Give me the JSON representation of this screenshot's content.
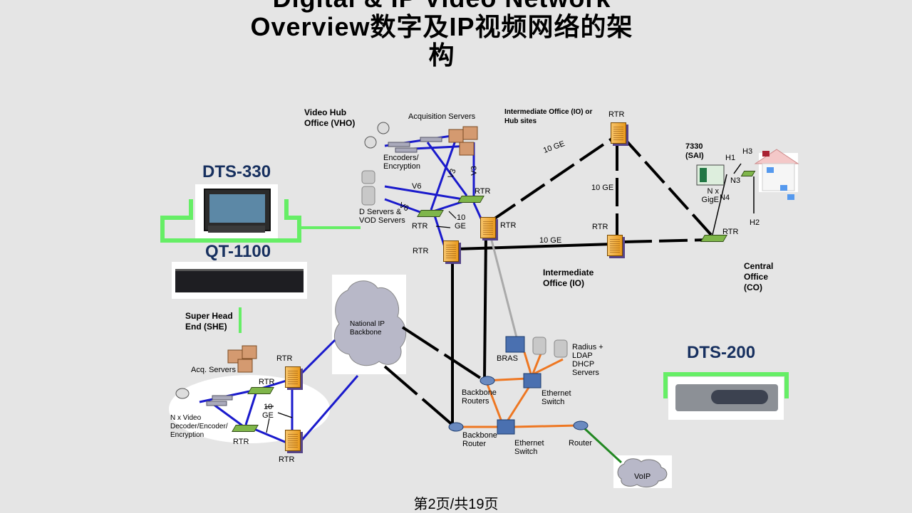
{
  "title": {
    "line1": "Digital & IP Video Network",
    "line2": "Overview数字及IP视频网络的架",
    "line3": "构"
  },
  "products": {
    "dts330": "DTS-330",
    "qt1100": "QT-1100",
    "dts200": "DTS-200"
  },
  "vho": {
    "title": "Video Hub Office (VHO)",
    "acq_servers": "Acquisition Servers",
    "encoders": "Encoders/ Encryption",
    "d_servers": "D Servers & VOD Servers",
    "v6a": "V6",
    "v6b": "V6",
    "v3a": "V3",
    "v3b": "V3",
    "rtr1": "RTR",
    "rtr2": "RTR",
    "rtr3": "RTR",
    "rtr4": "RTR",
    "ge_num": "10",
    "ge_unit": "GE"
  },
  "io": {
    "hub_title": "Intermediate Office (IO) or Hub sites",
    "io_label": "Intermediate Office (IO)",
    "rtr_top": "RTR",
    "rtr_mid": "RTR",
    "ge_a": "10 GE",
    "ge_b": "10 GE",
    "ge_c": "10 GE"
  },
  "co": {
    "sai": "7330 (SAI)",
    "h1": "H1",
    "h2": "H2",
    "h3": "H3",
    "n3": "N3",
    "n4": "N4",
    "nx": "N x GigE",
    "rtr": "RTR",
    "label": "Central Office (CO)"
  },
  "she": {
    "title": "Super Head End (SHE)",
    "acq": "Acq. Servers",
    "rtr_a": "RTR",
    "rtr_b": "RTR",
    "rtr_c": "RTR",
    "rtr_d": "RTR",
    "ge_num": "10",
    "ge_unit": "GE",
    "decoder": "N x Video Decoder/Encoder/ Encryption"
  },
  "backbone": {
    "national": "National IP Backbone",
    "bras": "BRAS",
    "radius": "Radius + LDAP DHCP Servers",
    "bb_routers": "Backbone Routers",
    "eth_switch1": "Ethernet Switch",
    "bb_router": "Backbone Router",
    "eth_switch2": "Ethernet Switch",
    "router": "Router",
    "voip": "VoIP"
  },
  "footer": "第2页/共19页"
}
